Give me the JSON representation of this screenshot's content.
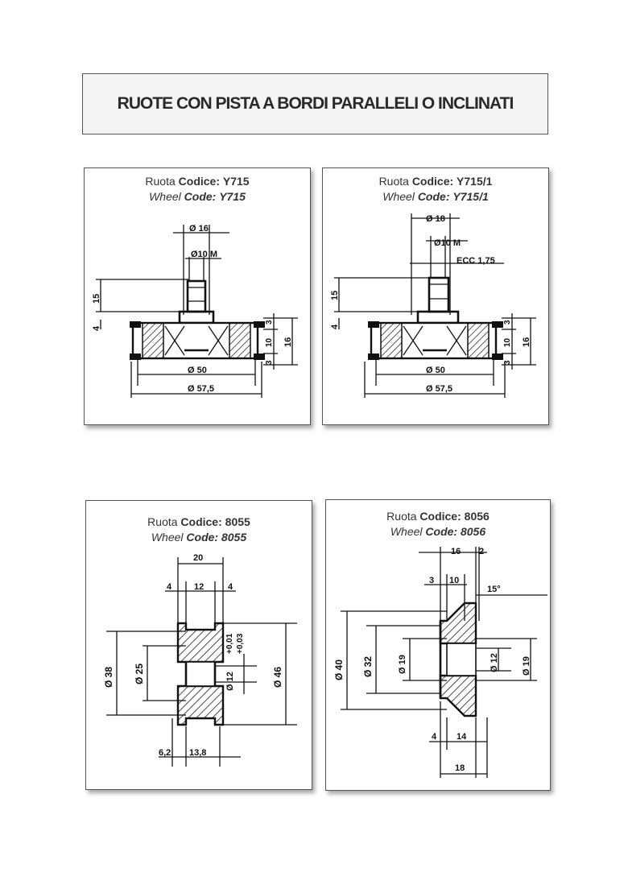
{
  "page": {
    "title": "RUOTE CON PISTA A BORDI PARALLELI O INCLINATI"
  },
  "labels": {
    "ruota": "Ruota",
    "codice": "Codice:",
    "wheel": "Wheel",
    "code": "Code:"
  },
  "cards": [
    {
      "code": "Y715",
      "dims": {
        "d_shaft": "Ø 16",
        "thread": "Ø10 M",
        "h15": "15",
        "h4": "4",
        "h3a": "3",
        "h10": "10",
        "h16": "16",
        "h3b": "3",
        "d_inner": "Ø 50",
        "d_outer": "Ø 57,5"
      }
    },
    {
      "code": "Y715/1",
      "dims": {
        "d_shaft": "Ø 18",
        "thread": "Ø10 M",
        "ecc": "ECC 1,75",
        "h15": "15",
        "h4": "4",
        "h3a": "3",
        "h10": "10",
        "h16": "16",
        "h3b": "3",
        "d_inner": "Ø 50",
        "d_outer": "Ø 57,5"
      }
    },
    {
      "code": "8055",
      "dims": {
        "w20": "20",
        "w4a": "4",
        "w12": "12",
        "w4b": "4",
        "d38": "Ø 38",
        "d25": "Ø 25",
        "tol1": "+0,01",
        "tol2": "+0,03",
        "d12": "Ø 12",
        "d46": "Ø 46",
        "w62": "6,2",
        "w138": "13,8"
      }
    },
    {
      "code": "8056",
      "dims": {
        "w16": "16",
        "w2": "2",
        "w3": "3",
        "w10": "10",
        "angle": "15°",
        "d40": "Ø 40",
        "d32": "Ø 32",
        "d19a": "Ø 19",
        "d12": "Ø 12",
        "d19b": "Ø 19",
        "w4": "4",
        "w14": "14",
        "w18": "18"
      }
    }
  ]
}
